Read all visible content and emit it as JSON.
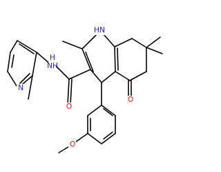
{
  "molecule": {
    "atoms": {
      "nh": {
        "text": "NH",
        "element": "N"
      },
      "h_of_nh": {
        "text": "H",
        "element": "H"
      },
      "ring_n": {
        "text": "N",
        "element": "N"
      },
      "amide_o": {
        "text": "O",
        "element": "O"
      },
      "ketone_o": {
        "text": "O",
        "element": "O"
      },
      "quinoline_nh": {
        "text": "H",
        "element": "H"
      },
      "quinoline_n": {
        "text": "N",
        "element": "N"
      },
      "methoxy_o": {
        "text": "O",
        "element": "O"
      }
    }
  },
  "colors": {
    "bond": "#000000",
    "nitrogen": "#1a1aff",
    "oxygen": "#ff0d0d"
  }
}
